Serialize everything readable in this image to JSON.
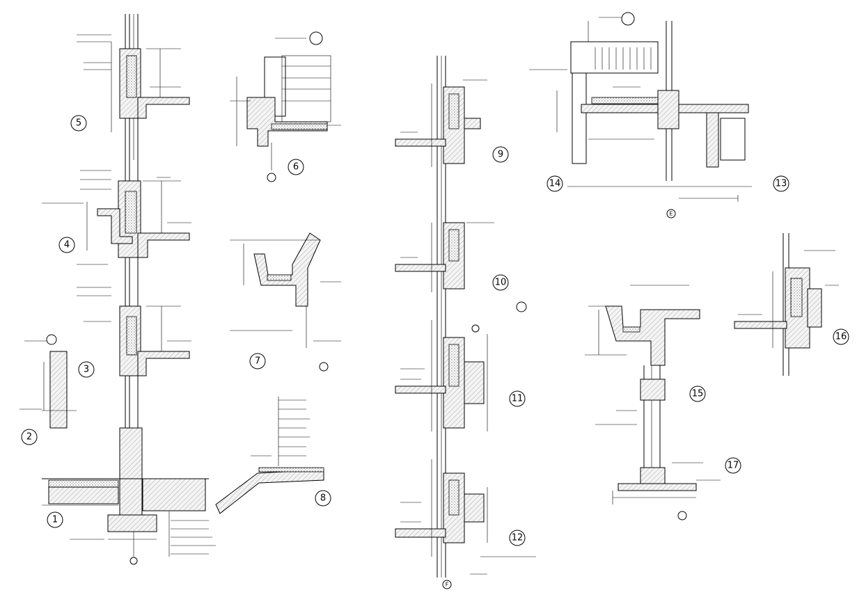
{
  "detail_labels": [
    {
      "id": "d1",
      "text": "1"
    },
    {
      "id": "d2",
      "text": "2"
    },
    {
      "id": "d3",
      "text": "3"
    },
    {
      "id": "d4",
      "text": "4"
    },
    {
      "id": "d5",
      "text": "5"
    },
    {
      "id": "d6",
      "text": "6"
    },
    {
      "id": "d7",
      "text": "7"
    },
    {
      "id": "d8",
      "text": "8"
    },
    {
      "id": "d9",
      "text": "9"
    },
    {
      "id": "d10",
      "text": "10"
    },
    {
      "id": "d11",
      "text": "11"
    },
    {
      "id": "d12",
      "text": "12"
    },
    {
      "id": "d13",
      "text": "13"
    },
    {
      "id": "d14",
      "text": "14"
    },
    {
      "id": "d15",
      "text": "15"
    },
    {
      "id": "d16",
      "text": "16"
    },
    {
      "id": "d17",
      "text": "17"
    }
  ],
  "axis_bubbles": [
    {
      "id": "axis-e",
      "text": "E"
    },
    {
      "id": "axis-f",
      "text": "F"
    }
  ]
}
